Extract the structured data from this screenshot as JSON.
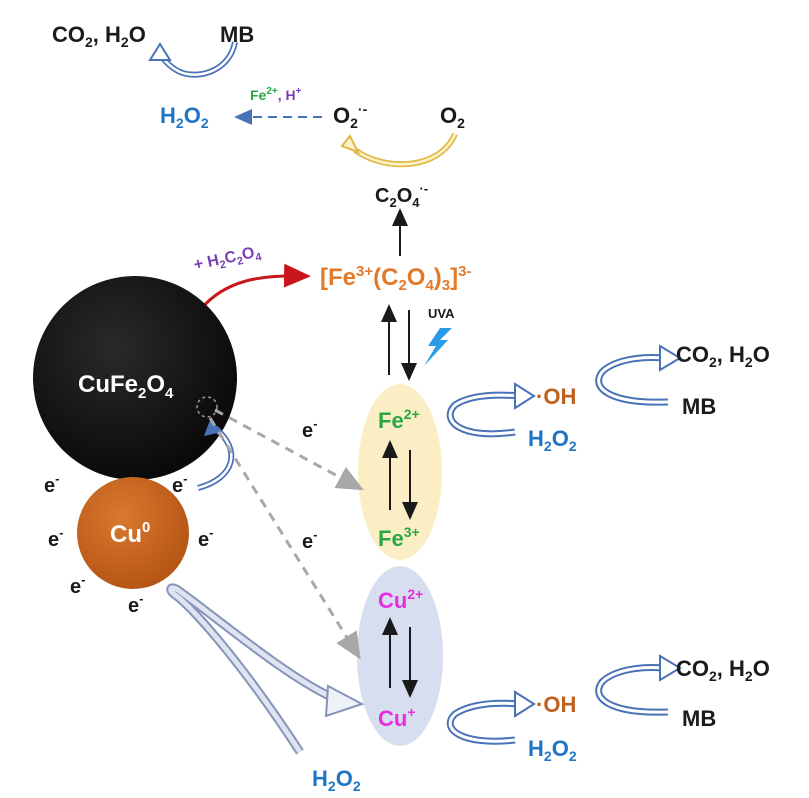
{
  "labels": {
    "co2_h2o": "CO",
    "co2_sub": "2",
    "co2_mid": ", H",
    "h2o_sub": "2",
    "h2o_end": "O",
    "mb": "MB",
    "h2o2_main": "H",
    "h2o2_sub1": "2",
    "h2o2_mid": "O",
    "h2o2_sub2": "2",
    "fe2_catalyst": "Fe",
    "fe2_catalyst_sup": "2+",
    "fe2_catalyst_tail": ", H",
    "fe2_catalyst_tail_sup": "+",
    "superoxide": "O",
    "superoxide_sub": "2",
    "superoxide_sup": "·-",
    "oxygen": "O",
    "oxygen_sub": "2",
    "oxalate_radical": "C",
    "oxalate_radical_sub1": "2",
    "oxalate_radical_mid": "O",
    "oxalate_radical_sub2": "4",
    "oxalate_radical_sup": "·-",
    "reagent_add": "+ H",
    "reagent_sub1": "2",
    "reagent_mid": "C",
    "reagent_sub2": "2",
    "reagent_end": "O",
    "reagent_sub3": "4",
    "complex_open": "[Fe",
    "complex_sup": "3+",
    "complex_mid": "(C",
    "complex_sub1": "2",
    "complex_mid2": "O",
    "complex_sub2": "4",
    "complex_close": ")",
    "complex_sub3": "3",
    "complex_end": "]",
    "complex_charge": "3-",
    "uva": "UVA",
    "cufe2o4_main": "CuFe",
    "cufe2o4_sub1": "2",
    "cufe2o4_mid": "O",
    "cufe2o4_sub2": "4",
    "cu0_main": "Cu",
    "cu0_sup": "0",
    "electron": "e",
    "electron_sup": "-",
    "fe2_ion": "Fe",
    "fe2_ion_sup": "2+",
    "fe3_ion": "Fe",
    "fe3_ion_sup": "3+",
    "cu2_ion": "Cu",
    "cu2_ion_sup": "2+",
    "cu1_ion": "Cu",
    "cu1_ion_sup": "+",
    "hydroxyl": "·OH"
  },
  "colors": {
    "black_particle": "#111111",
    "copper_particle": "#c8641c",
    "fe_ellipse": "#fbeec4",
    "cu_ellipse": "#d7def0",
    "red_arrow": "#c8161c",
    "blue_arrow": "#4a72b8",
    "gold_arrow": "#e2b84a",
    "gray_dashed": "#a8a8a8",
    "lightning": "#2a9be8"
  }
}
